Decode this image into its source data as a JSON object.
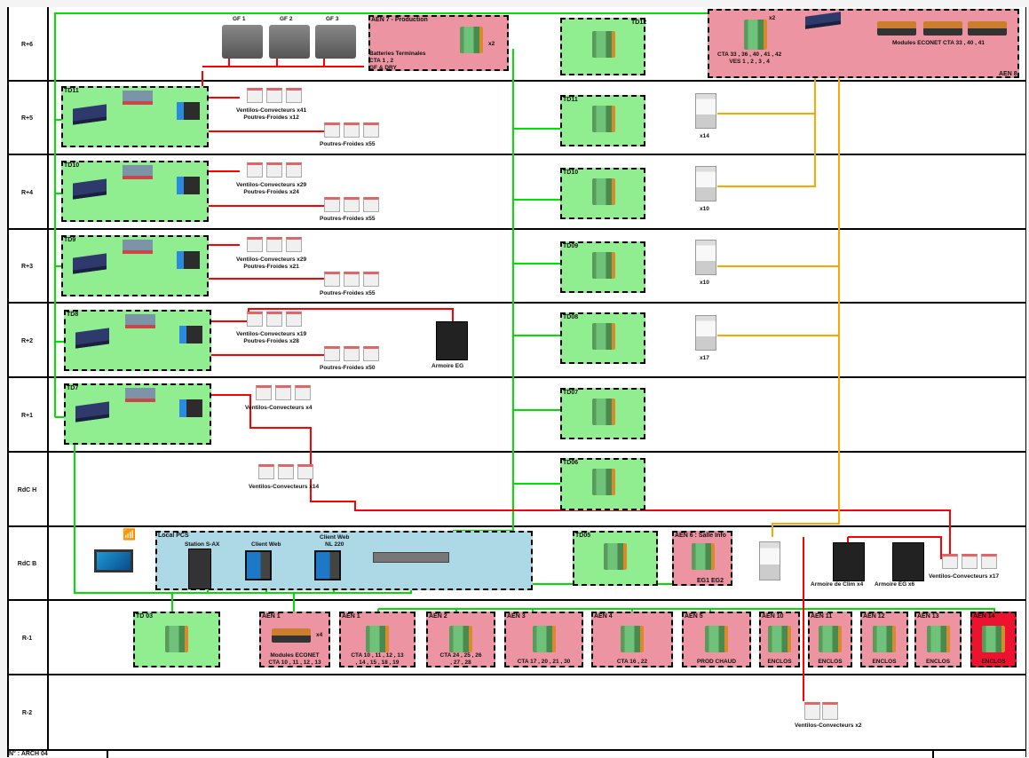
{
  "levels": [
    "R+6",
    "R+5",
    "R+4",
    "R+3",
    "R+2",
    "R+1",
    "RdC H",
    "RdC B",
    "R-1",
    "R-2"
  ],
  "footer": {
    "ref": "N° : ARCH 04"
  },
  "r6": {
    "gf": [
      "GF 1",
      "GF 2",
      "GF 3"
    ],
    "aen7_title": "AEN 7 - Production",
    "aen7_count": "x2",
    "aen7_desc": [
      "Batteries Terminales",
      "CTA 1 , 2",
      "GF & DRY"
    ],
    "td12": "TD12",
    "aen8_title": "AEN 8",
    "aen8_count": "x2",
    "aen8_cta": [
      "CTA 33 , 36 , 40 , 41 , 42",
      "VES  1 , 2 , 3 , 4"
    ],
    "aen8_modules": "Modules ECONET CTA 33 , 40 , 41"
  },
  "floors": [
    {
      "td": "TD11",
      "vc": "Ventilos-Convecteurs x41",
      "pf": "Poutres-Froides x12",
      "pf2": "Poutres-Froides x55",
      "right_td": "TD11",
      "hood": "x14"
    },
    {
      "td": "TD10",
      "vc": "Ventilos-Convecteurs x29",
      "pf": "Poutres-Froides x24",
      "pf2": "Poutres-Froides x55",
      "right_td": "TD10",
      "hood": "x10"
    },
    {
      "td": "TD9",
      "vc": "Ventilos-Convecteurs x29",
      "pf": "Poutres-Froides x21",
      "pf2": "Poutres-Froides x55",
      "right_td": "TD09",
      "hood": "x10"
    },
    {
      "td": "TD8",
      "vc": "Ventilos-Convecteurs x19",
      "pf": "Poutres-Froides x28",
      "pf2": "Poutres-Froides x50",
      "right_td": "TD08",
      "hood": "x17",
      "armoire": "Armoire EG"
    },
    {
      "td": "TD7",
      "vc": "Ventilos-Convecteurs x4",
      "right_td": "TD07"
    }
  ],
  "rdch": {
    "vc": "Ventilos-Convecteurs x14",
    "right_td": "TD06"
  },
  "rdcb": {
    "local": "Local PCS",
    "station": "Station S-AX",
    "client1": "Client Web",
    "client2": [
      "Client Web",
      "NL 220"
    ],
    "td05": "TD05",
    "aen6": "AEN 6 : Salle Info",
    "aen6_eg": "EG1 EG2",
    "clim": "Armoire de Clim x4",
    "eg": "Armoire EG x6",
    "vc": "Ventilos-Convecteurs x17"
  },
  "r_1": [
    {
      "title": "TD 03",
      "desc": []
    },
    {
      "title": "AEN 1",
      "desc": [
        "Modules ECONET",
        "CTA 10 , 11 , 12 , 13"
      ],
      "count": "x4"
    },
    {
      "title": "AEN 1",
      "desc": [
        "CTA 10 , 11 , 12 , 13",
        ", 14 , 15 , 18 , 19"
      ]
    },
    {
      "title": "AEN 2",
      "desc": [
        "CTA 24 , 25 , 26",
        ", 27 , 28"
      ]
    },
    {
      "title": "AEN 3",
      "desc": [
        "CTA 17 , 20 , 21 , 30"
      ]
    },
    {
      "title": "AEN 4",
      "desc": [
        "CTA 16 , 22"
      ]
    },
    {
      "title": "AEN 5",
      "desc": [
        "PROD CHAUD"
      ]
    },
    {
      "title": "AEN 10",
      "desc": [
        "ENCLOS"
      ]
    },
    {
      "title": "AEN 11",
      "desc": [
        "ENCLOS"
      ]
    },
    {
      "title": "AEN 12",
      "desc": [
        "ENCLOS"
      ]
    },
    {
      "title": "AEN 13",
      "desc": [
        "ENCLOS"
      ]
    },
    {
      "title": "AEN 14",
      "desc": [
        "ENCLOS"
      ]
    }
  ],
  "r_2": {
    "vc": "Ventilos-Convecteurs x2"
  },
  "colors": {
    "bacnet": "#00e000",
    "field_bus": "#ff0000",
    "hood_link": "#ffa500",
    "td_box": "#90ee90",
    "aen_box": "#ec94a2",
    "alarm_box": "#ec1230",
    "pcs_box": "#add8e6"
  }
}
